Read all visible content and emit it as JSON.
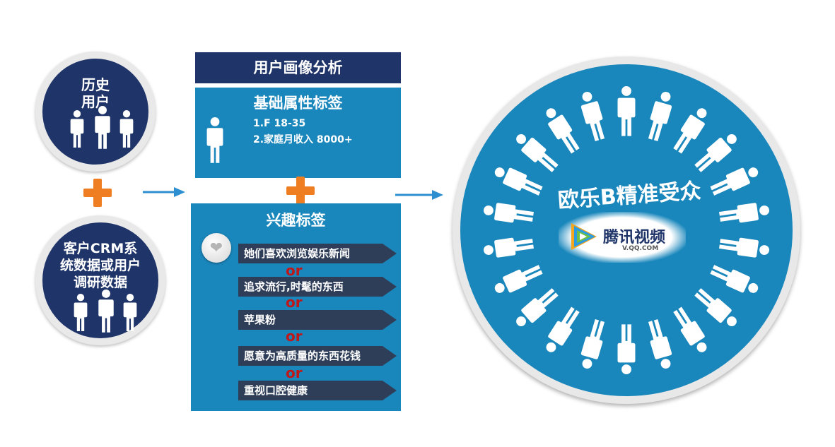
{
  "left": {
    "history_circle": {
      "line1": "历史",
      "line2": "用户"
    },
    "crm_circle": {
      "line1": "客户CRM系",
      "line2": "统数据或用户",
      "line3": "调研数据"
    }
  },
  "panel": {
    "title": "用户画像分析",
    "basic": {
      "title": "基础属性标签",
      "items": [
        "1.F 18-35",
        "2.家庭月收入 8000+"
      ]
    },
    "interest": {
      "title": "兴趣标签",
      "tags": [
        "她们喜欢浏览娱乐新闻",
        "追求流行,时髦的东西",
        "苹果粉",
        "愿意为高质量的东西花钱",
        "重视口腔健康"
      ],
      "separator": "or"
    }
  },
  "audience": {
    "title": "欧乐B精准受众",
    "logo_text": "腾讯视频",
    "logo_url": "V.QQ.COM"
  },
  "colors": {
    "navy": "#1f3468",
    "blue": "#1a87bc",
    "orange": "#ef7d22",
    "tag": "#2f3e58",
    "or_red": "#c01818"
  }
}
